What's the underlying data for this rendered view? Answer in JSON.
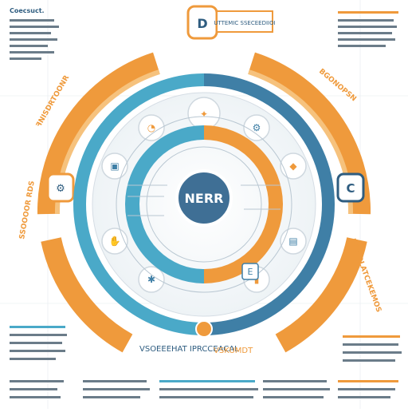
{
  "center": {
    "label": "NERR"
  },
  "colors": {
    "orange": "#ef9a3c",
    "orange_light": "#f6c27d",
    "blue": "#3f7fa6",
    "blue_dark": "#2f5d80",
    "teal": "#4aa9c8",
    "center_fill": "#3f6f95",
    "background": "#ffffff"
  },
  "ring_labels": {
    "top_orange_box": "UTTEMIC SSECEEDIIOI",
    "top_orange_box_letter": "D",
    "right_orange_box_letter": "C",
    "bottom_right_box_letter": "E",
    "bottom_arc_text": "VSOEEEHAT IPRCCEACAL",
    "bottom_arc_text_2": "VSKUMDT"
  },
  "notes": {
    "top_left_title": "Coecsuct."
  },
  "ring_icons": [
    "lightbulb-icon",
    "gear-icon",
    "chart-icon",
    "document-icon",
    "bar-chart-icon",
    "network-icon",
    "hand-icon",
    "folder-icon",
    "graph-icon",
    "person-icon"
  ]
}
